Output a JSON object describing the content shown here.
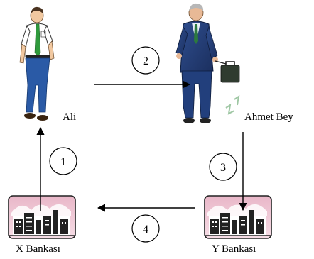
{
  "people": {
    "ali": {
      "name": "Ali"
    },
    "ahmet": {
      "name": "Ahmet Bey"
    }
  },
  "banks": {
    "x": {
      "name": "X Bankası"
    },
    "y": {
      "name": "Y Bankası"
    }
  },
  "steps": [
    "1",
    "2",
    "3",
    "4"
  ]
}
